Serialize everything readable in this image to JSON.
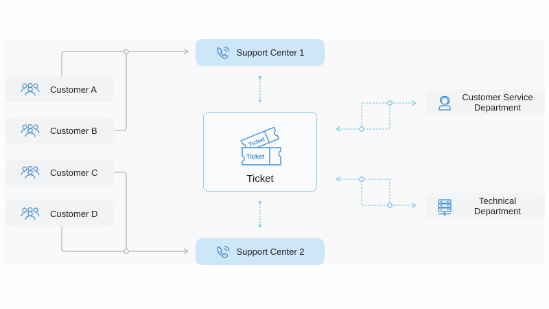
{
  "diagram": {
    "customers": [
      {
        "label": "Customer A",
        "icon": "group-icon"
      },
      {
        "label": "Customer B",
        "icon": "group-icon"
      },
      {
        "label": "Customer C",
        "icon": "group-icon"
      },
      {
        "label": "Customer D",
        "icon": "group-icon"
      }
    ],
    "support_centers": [
      {
        "label": "Support Center 1",
        "icon": "phone-icon"
      },
      {
        "label": "Support Center 2",
        "icon": "phone-icon"
      }
    ],
    "ticket": {
      "label": "Ticket",
      "icon": "tickets-icon",
      "icon_text_back": "Ticket",
      "icon_text_front": "Ticket"
    },
    "departments": [
      {
        "label_line1": "Customer Service",
        "label_line2": "Department",
        "icon": "headset-agent-icon"
      },
      {
        "label_line1": "Technical",
        "label_line2": "Department",
        "icon": "server-icon"
      }
    ],
    "connections": [
      {
        "from": "Customer A",
        "to": "Support Center 1",
        "style": "solid"
      },
      {
        "from": "Customer B",
        "to": "Support Center 1",
        "style": "solid"
      },
      {
        "from": "Customer C",
        "to": "Support Center 2",
        "style": "solid"
      },
      {
        "from": "Customer D",
        "to": "Support Center 2",
        "style": "solid"
      },
      {
        "from": "Support Center 1",
        "to": "Ticket",
        "style": "dashed",
        "bidirectional": true
      },
      {
        "from": "Support Center 2",
        "to": "Ticket",
        "style": "dashed",
        "bidirectional": true
      },
      {
        "from": "Ticket",
        "to": "Customer Service Department",
        "style": "dashed",
        "bidirectional": true
      },
      {
        "from": "Ticket",
        "to": "Technical Department",
        "style": "dashed",
        "bidirectional": true
      }
    ],
    "colors": {
      "accent": "#3f8fd2",
      "dashed_line": "#7cc4ec",
      "solid_line": "#b5b5b5",
      "support_fill": "#cde6f8",
      "node_fill": "#f1f3f5"
    }
  }
}
